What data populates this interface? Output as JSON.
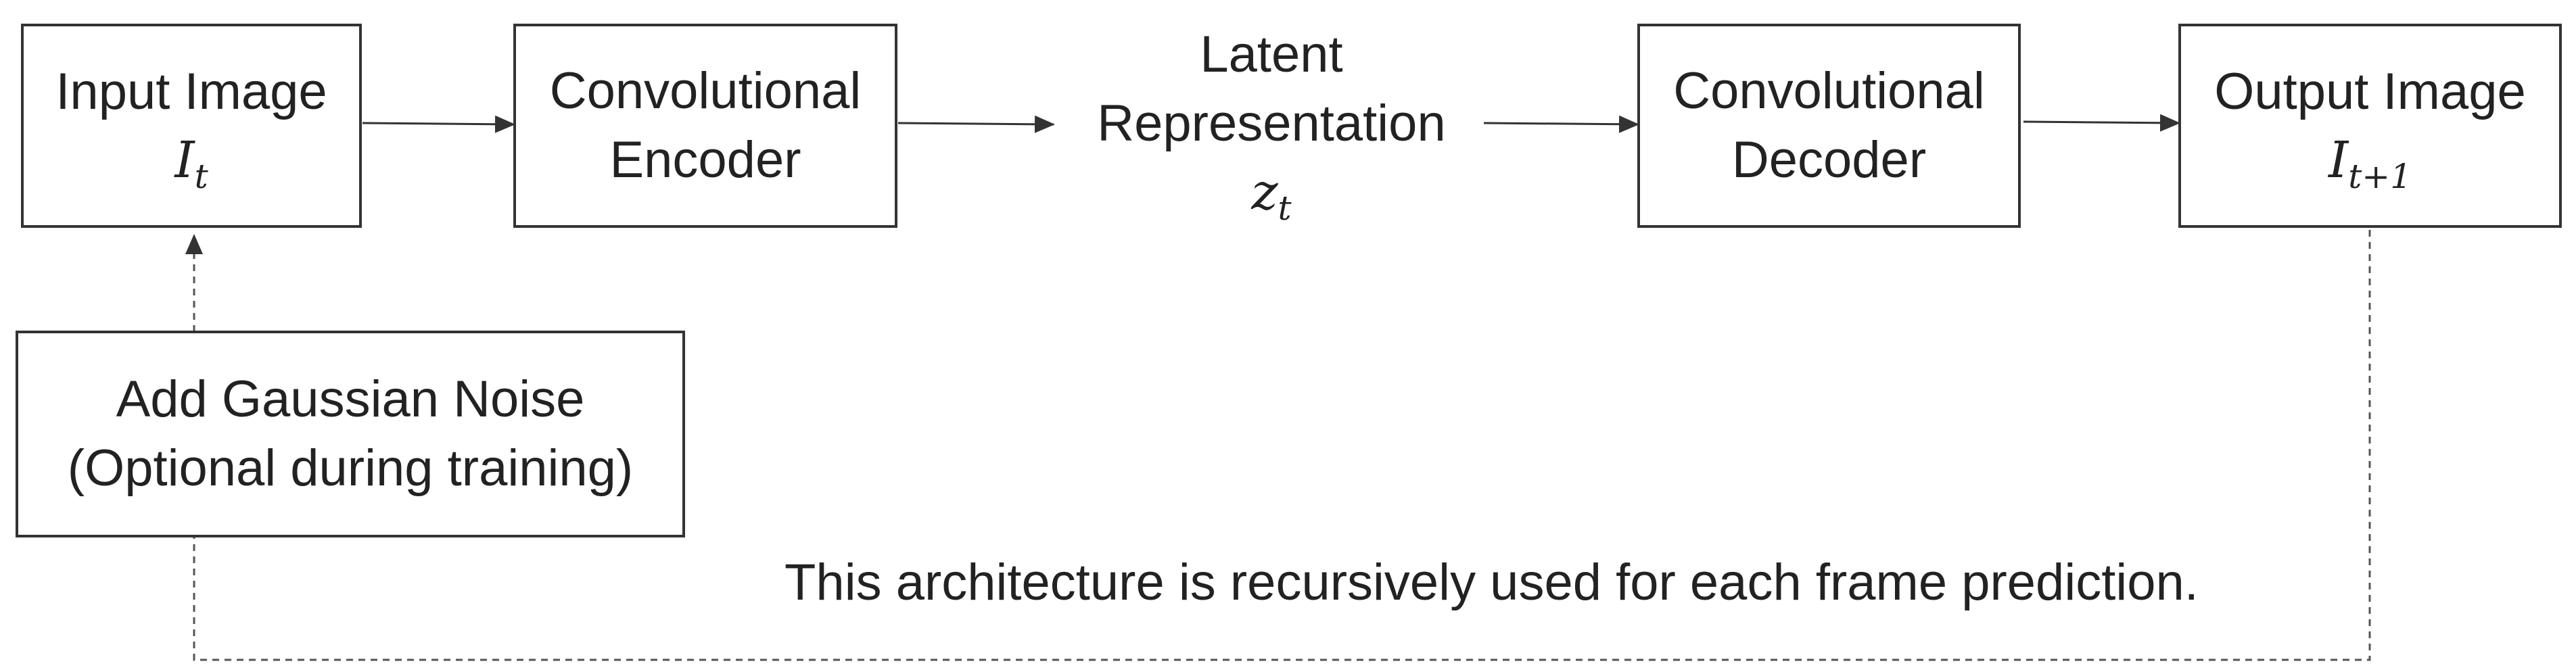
{
  "nodes": {
    "input_image": {
      "title": "Input Image",
      "symbol": "I",
      "subscript": "t"
    },
    "encoder": {
      "line1": "Convolutional",
      "line2": "Encoder"
    },
    "latent": {
      "line1": "Latent",
      "line2": "Representation",
      "symbol": "z",
      "subscript": "t"
    },
    "decoder": {
      "line1": "Convolutional",
      "line2": "Decoder"
    },
    "output_image": {
      "title": "Output Image",
      "symbol": "I",
      "subscript": "t+1"
    },
    "noise": {
      "line1": "Add Gaussian Noise",
      "line2": "(Optional during training)"
    }
  },
  "caption": "This architecture is recursively used for each frame prediction.",
  "colors": {
    "stroke": "#333333",
    "text": "#222222",
    "background": "#ffffff"
  }
}
